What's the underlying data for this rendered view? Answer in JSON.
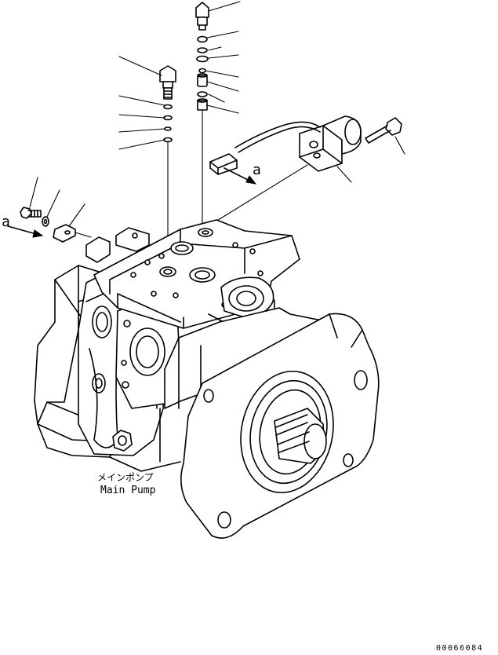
{
  "view_labels": {
    "left_arrow": "a",
    "right_arrow": "a"
  },
  "main_pump": {
    "jp": "メインポンプ",
    "en": "Main Pump"
  },
  "figure_id": "00066084"
}
